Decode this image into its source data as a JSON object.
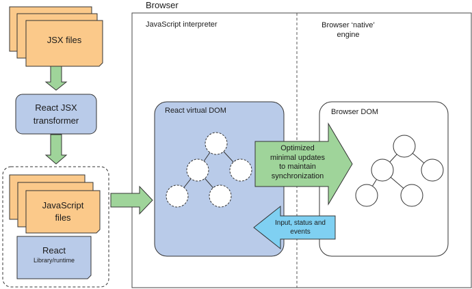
{
  "left": {
    "jsx_files": "JSX files",
    "transformer": [
      "React JSX",
      "transformer"
    ],
    "js_files": [
      "JavaScript",
      "files"
    ],
    "react_lib": {
      "title": "React",
      "subtitle": "Library/runtime"
    }
  },
  "browser": {
    "title": "Browser",
    "js_interpreter": "JavaScript interpreter",
    "native_engine": [
      "Browser ‘native’",
      "engine"
    ],
    "virtual_dom": "React virtual DOM",
    "browser_dom": "Browser DOM",
    "optimized_arrow": [
      "Optimized",
      "minimal updates",
      "to maintain",
      "synchronization"
    ],
    "input_arrow": [
      "Input, status and",
      "events"
    ]
  },
  "colors": {
    "file_orange": "#fbc98a",
    "node_blue": "#b9cbe9",
    "arrow_green": "#9fd49a",
    "arrow_cyan": "#7fd0f2",
    "outline": "#333333"
  }
}
